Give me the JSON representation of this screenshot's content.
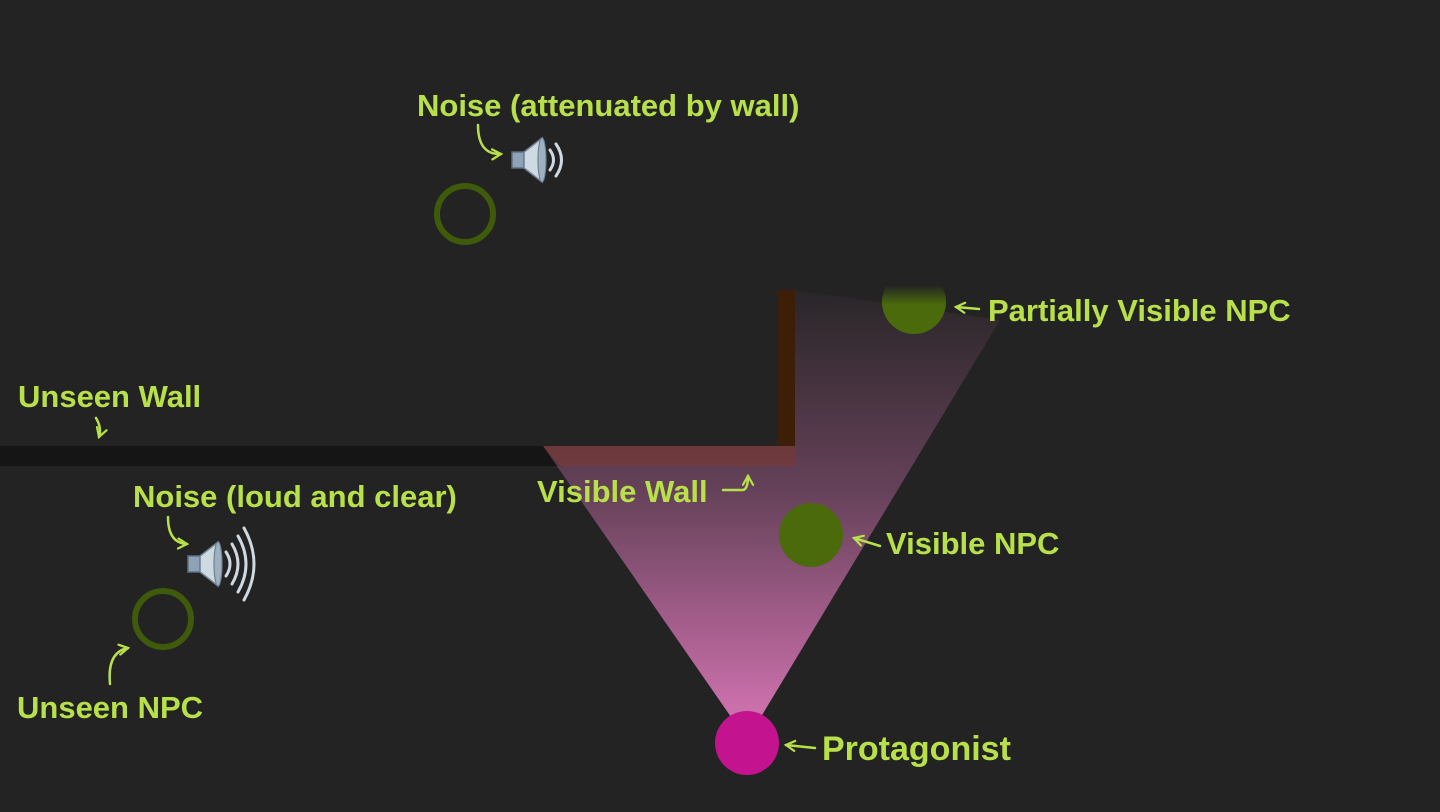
{
  "colors": {
    "background": "#232323",
    "label": "#b8e04a",
    "arrow": "#b8e04a",
    "npc": "#4a6a0c",
    "npc_ring": "#3e5a0a",
    "protagonist": "#c4138e",
    "wall_unseen": "#151515",
    "wall_visible": "#3d1e07",
    "vision_cone": "#e37bbf"
  },
  "icons": {
    "speaker_quiet": "speaker-icon",
    "speaker_loud": "speaker-loud-icon"
  },
  "labels": {
    "noise_attenuated": "Noise (attenuated by wall)",
    "partially_visible_npc": "Partially Visible NPC",
    "unseen_wall": "Unseen Wall",
    "noise_loud": "Noise (loud and clear)",
    "visible_wall": "Visible Wall",
    "visible_npc": "Visible NPC",
    "unseen_npc": "Unseen NPC",
    "protagonist": "Protagonist"
  }
}
